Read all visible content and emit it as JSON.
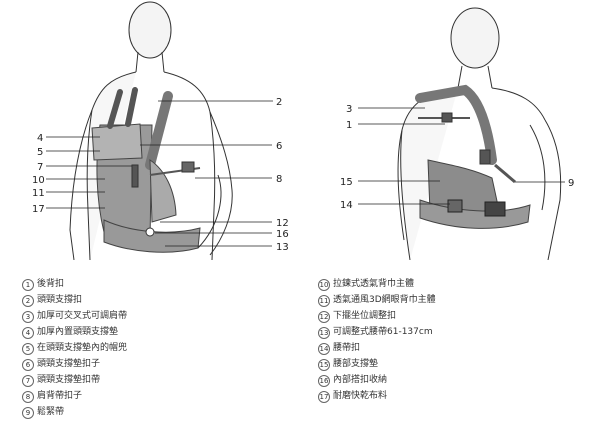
{
  "front_callouts": [
    "2",
    "4",
    "5",
    "6",
    "7",
    "8",
    "10",
    "11",
    "12",
    "13",
    "16",
    "17"
  ],
  "back_callouts": [
    "3",
    "1",
    "15",
    "9",
    "14"
  ],
  "legend_left": [
    {
      "num": "1",
      "text": "後背扣"
    },
    {
      "num": "2",
      "text": "頭頸支撐扣"
    },
    {
      "num": "3",
      "text": "加厚可交叉式可調肩帶"
    },
    {
      "num": "4",
      "text": "加厚內置頭頸支撐墊"
    },
    {
      "num": "5",
      "text": "在頭頸支撐墊內的帽兜"
    },
    {
      "num": "6",
      "text": "頭頸支撐墊扣子"
    },
    {
      "num": "7",
      "text": "頭頸支撐墊扣帶"
    },
    {
      "num": "8",
      "text": "肩背帶扣子"
    },
    {
      "num": "9",
      "text": "鬆緊帶"
    }
  ],
  "legend_right": [
    {
      "num": "10",
      "text": "拉鍊式透氣背巾主體"
    },
    {
      "num": "11",
      "text": "透氣通風3D網眼背巾主體"
    },
    {
      "num": "12",
      "text": "下擺坐位調整扣"
    },
    {
      "num": "13",
      "text": "可調整式腰帶61-137cm"
    },
    {
      "num": "14",
      "text": "腰帶扣"
    },
    {
      "num": "15",
      "text": "腰部支撐墊"
    },
    {
      "num": "16",
      "text": "內部搭扣收納"
    },
    {
      "num": "17",
      "text": "耐磨快乾布料"
    }
  ]
}
